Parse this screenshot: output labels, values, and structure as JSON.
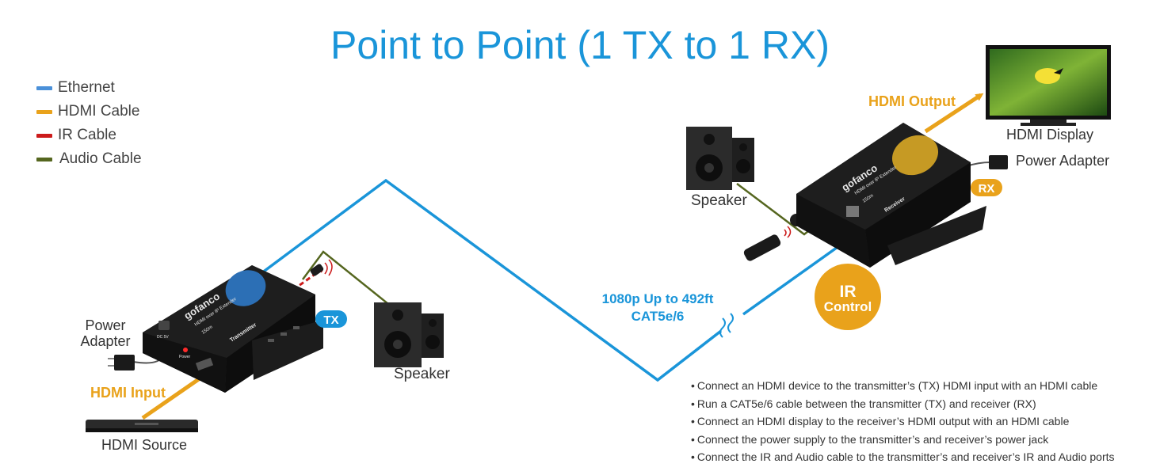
{
  "title": "Point to Point (1 TX to 1 RX)",
  "legend": [
    {
      "label": "Ethernet",
      "color": "#4a90d9"
    },
    {
      "label": "HDMI Cable",
      "color": "#e9a21b"
    },
    {
      "label": "IR Cable",
      "color": "#cc1b1b"
    },
    {
      "label": "Audio Cable",
      "color": "#55661f"
    }
  ],
  "colors": {
    "ethernet": "#1a95d9",
    "hdmi": "#e9a21b",
    "ir": "#cc1b1b",
    "audio": "#55661f",
    "device": "#1c1c1c"
  },
  "transmitter": {
    "badge": "TX",
    "brand": "gofanco",
    "model": "HDMI over IP Extender",
    "range": "150m",
    "role": "Transmitter",
    "ports": {
      "dc": "DC 5V",
      "power": "Power"
    }
  },
  "receiver": {
    "badge": "RX",
    "brand": "gofanco",
    "model": "HDMI over IP Extender",
    "range": "150m",
    "role": "Receiver"
  },
  "labels": {
    "power_adapter_tx": "Power Adapter",
    "hdmi_input": "HDMI Input",
    "hdmi_source": "HDMI Source",
    "speaker_tx": "Speaker",
    "cable_length": "1080p Up to 492ft",
    "cable_type": "CAT5e/6",
    "hdmi_output": "HDMI Output",
    "hdmi_display": "HDMI Display",
    "power_adapter_rx": "Power Adapter",
    "speaker_rx": "Speaker",
    "ir_badge_line1": "IR",
    "ir_badge_line2": "Control"
  },
  "notes": [
    "Connect an HDMI device to the transmitter’s (TX) HDMI input with an HDMI cable",
    "Run a CAT5e/6 cable between the transmitter (TX) and receiver (RX)",
    "Connect an HDMI display to the receiver’s HDMI output with an HDMI cable",
    "Connect the power supply to the transmitter’s and receiver’s power jack",
    "Connect the IR and Audio cable to the transmitter’s and receiver’s IR and Audio ports"
  ]
}
